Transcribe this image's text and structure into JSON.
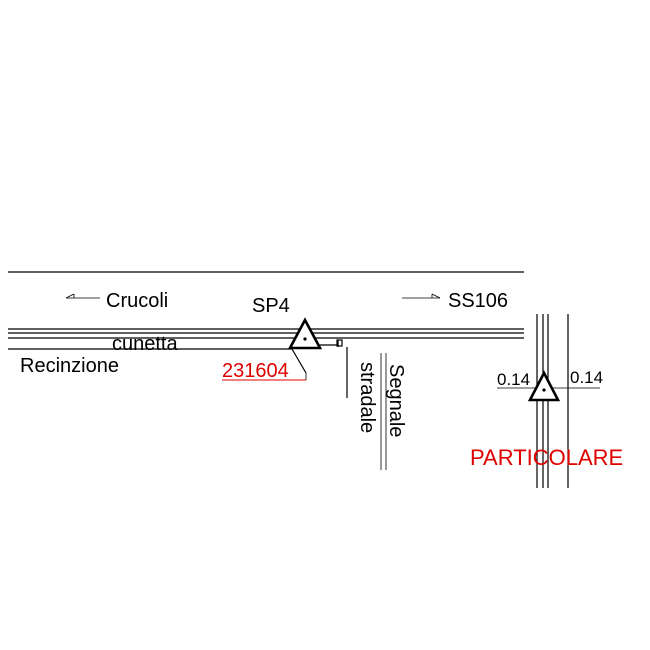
{
  "labels": {
    "crucoli": "Crucoli",
    "sp4": "SP4",
    "ss106": "SS106",
    "cunetta": "cunetta",
    "recinzione": "Recinzione",
    "code": "231604",
    "segnale": "Segnale",
    "stradale": "stradale",
    "dim_left": "0.14",
    "dim_right": "0.14",
    "particolare": "PARTICOLARE"
  },
  "colors": {
    "ink": "#000000",
    "accent": "#e00000"
  },
  "icons": {
    "arrow_left": "arrow-left-icon",
    "arrow_right": "arrow-right-icon",
    "survey_point": "triangle-benchmark-icon"
  }
}
